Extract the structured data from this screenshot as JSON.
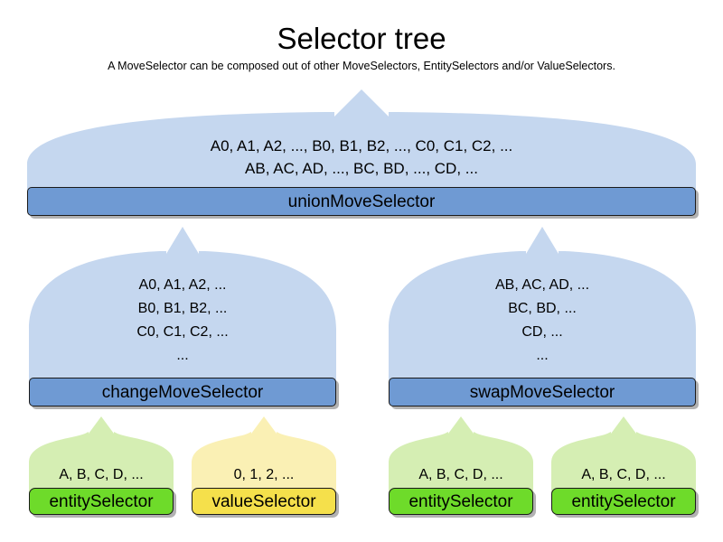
{
  "diagram": {
    "title": "Selector tree",
    "subtitle": "A MoveSelector can be composed out of other MoveSelectors, EntitySelectors and/or ValueSelectors.",
    "colors": {
      "move_selector_dome": "#c5d7ef",
      "move_selector_bar": "#6f9ad3",
      "entity_selector_dome": "#d5eeb3",
      "entity_selector_bar": "#6edb2a",
      "value_selector_dome": "#faf0b4",
      "value_selector_bar": "#f5e04b",
      "outline": "#1a1a1a",
      "background": "#ffffff"
    }
  },
  "nodes": {
    "union": {
      "label": "unionMoveSelector",
      "kind": "move-selector",
      "lines": [
        "A0, A1, A2, ..., B0, B1, B2, ..., C0, C1, C2, ...",
        "AB, AC, AD, ..., BC, BD, ..., CD, ..."
      ]
    },
    "change": {
      "label": "changeMoveSelector",
      "kind": "move-selector",
      "lines": [
        "A0, A1, A2, ...",
        "B0, B1, B2, ...",
        "C0, C1, C2, ...",
        "..."
      ]
    },
    "swap": {
      "label": "swapMoveSelector",
      "kind": "move-selector",
      "lines": [
        "AB, AC, AD, ...",
        "BC, BD, ...",
        "CD, ...",
        "..."
      ]
    },
    "leaf_change_entity": {
      "label": "entitySelector",
      "kind": "entity-selector",
      "lines": [
        "A, B, C, D, ..."
      ]
    },
    "leaf_change_value": {
      "label": "valueSelector",
      "kind": "value-selector",
      "lines": [
        "0, 1, 2, ..."
      ]
    },
    "leaf_swap_entity_left": {
      "label": "entitySelector",
      "kind": "entity-selector",
      "lines": [
        "A, B, C, D, ..."
      ]
    },
    "leaf_swap_entity_right": {
      "label": "entitySelector",
      "kind": "entity-selector",
      "lines": [
        "A, B, C, D, ..."
      ]
    }
  }
}
